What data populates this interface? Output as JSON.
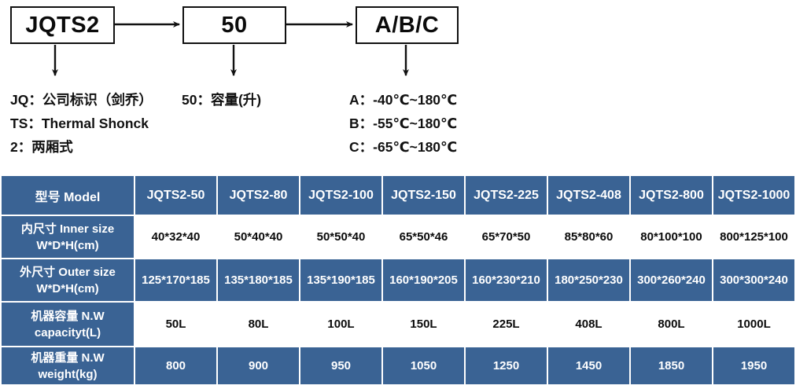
{
  "diagram": {
    "boxes": [
      {
        "name": "model-code",
        "text": "JQTS2"
      },
      {
        "name": "volume-code",
        "text": "50"
      },
      {
        "name": "temp-code",
        "text": "A/B/C"
      }
    ],
    "legend_model": [
      "JQ：公司标识（剑乔）",
      "TS：Thermal Shonck",
      "2：两厢式"
    ],
    "legend_volume": [
      "50：容量(升)"
    ],
    "legend_temp": [
      "A：-40℃~180℃",
      "B：-55℃~180℃",
      "C：-65℃~180℃"
    ]
  },
  "table": {
    "header": {
      "label": "型号 Model",
      "models": [
        "JQTS2-50",
        "JQTS2-80",
        "JQTS2-100",
        "JQTS2-150",
        "JQTS2-225",
        "JQTS2-408",
        "JQTS2-800",
        "JQTS2-1000"
      ]
    },
    "rows": [
      {
        "label_line1": "内尺寸 Inner size",
        "label_line2": "W*D*H(cm)",
        "band": "white",
        "values": [
          "40*32*40",
          "50*40*40",
          "50*50*40",
          "65*50*46",
          "65*70*50",
          "85*80*60",
          "80*100*100",
          "800*125*100"
        ]
      },
      {
        "label_line1": "外尺寸 Outer size",
        "label_line2": "W*D*H(cm)",
        "band": "blue",
        "values": [
          "125*170*185",
          "135*180*185",
          "135*190*185",
          "160*190*205",
          "160*230*210",
          "180*250*230",
          "300*260*240",
          "300*300*240"
        ]
      },
      {
        "label_line1": "机器容量 N.W",
        "label_line2": "capacityt(L)",
        "band": "white",
        "values": [
          "50L",
          "80L",
          "100L",
          "150L",
          "225L",
          "408L",
          "800L",
          "1000L"
        ]
      },
      {
        "label_line1": "机器重量 N.W",
        "label_line2": "weight(kg)",
        "band": "blue",
        "values": [
          "800",
          "900",
          "950",
          "1050",
          "1250",
          "1450",
          "1850",
          "1950"
        ]
      }
    ]
  },
  "colors": {
    "table_blue": "#3a6394",
    "table_white": "#ffffff",
    "text_dark": "#0b0b0b",
    "line_black": "#111111"
  }
}
